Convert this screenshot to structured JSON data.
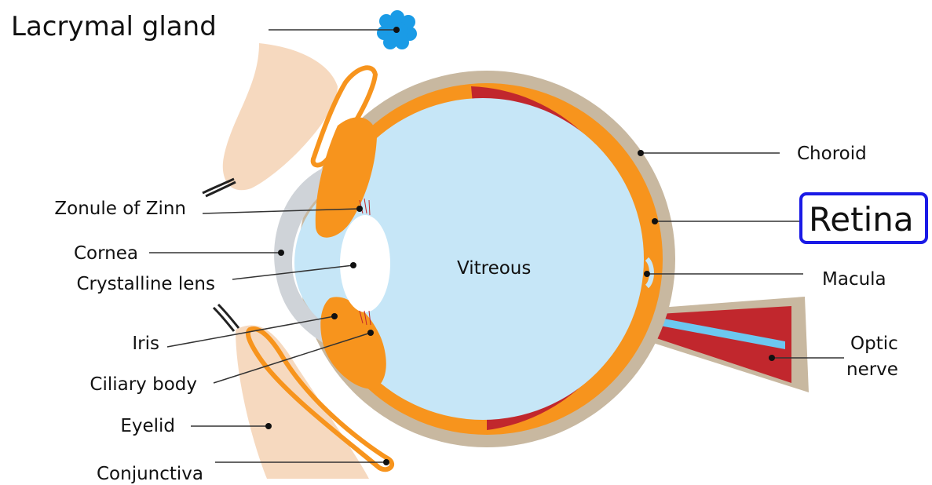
{
  "labels": {
    "lacrymal_gland": "Lacrymal gland",
    "zonule_of_zinn": "Zonule of Zinn",
    "cornea": "Cornea",
    "crystalline_lens": "Crystalline lens",
    "iris": "Iris",
    "ciliary_body": "Ciliary body",
    "eyelid": "Eyelid",
    "conjunctiva": "Conjunctiva",
    "vitreous": "Vitreous",
    "choroid": "Choroid",
    "retina": "Retina",
    "macula": "Macula",
    "optic_line1": "Optic",
    "optic_line2": "nerve"
  },
  "colors": {
    "sclera": "#c8b8a0",
    "choroid_layer": "#f7941d",
    "retina_layer": "#c1272d",
    "vitreous": "#c6e6f7",
    "cornea": "#cfd3d8",
    "skin": "#f2c9a6",
    "lacrymal": "#1a9be6",
    "highlight_box": "#1a1ae6",
    "optic_core": "#6cc8f0"
  }
}
